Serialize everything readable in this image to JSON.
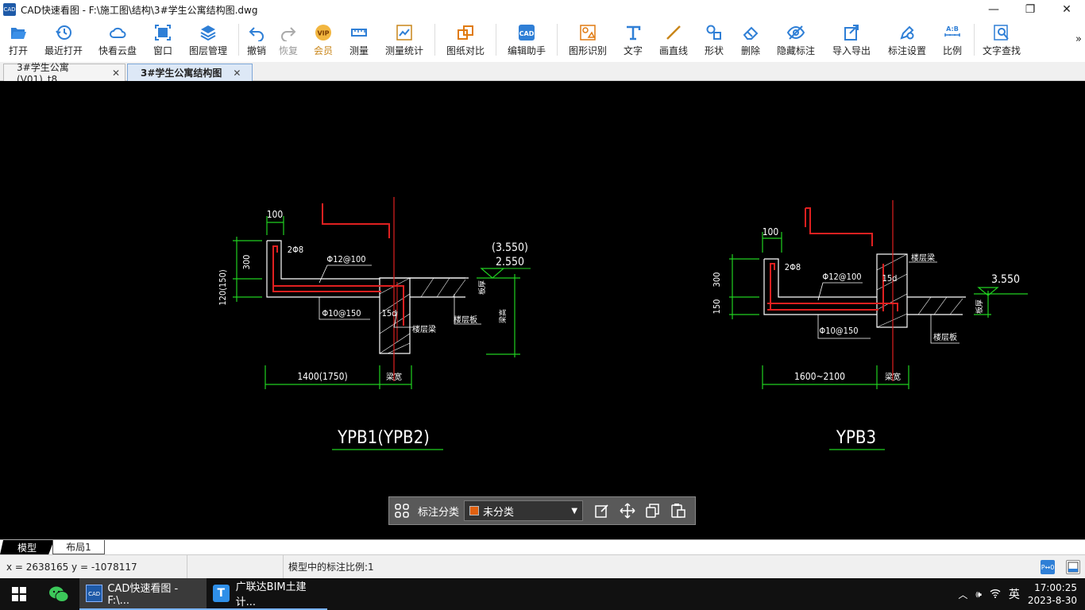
{
  "window": {
    "app_icon_text": "CAD",
    "title": "CAD快速看图 - F:\\施工图\\结构\\3#学生公寓结构图.dwg",
    "minimize": "—",
    "restore": "❐",
    "close": "✕"
  },
  "toolbar": {
    "open": "打开",
    "recent": "最近打开",
    "cloud": "快看云盘",
    "window": "窗口",
    "layers": "图层管理",
    "undo": "撤销",
    "redo": "恢复",
    "vip": "会员",
    "measure": "测量",
    "measure_stats": "测量统计",
    "compare": "图纸对比",
    "edit_assistant": "编辑助手",
    "shape_recognition": "图形识别",
    "text": "文字",
    "draw_line": "画直线",
    "shape": "形状",
    "delete": "删除",
    "hide_annotation": "隐藏标注",
    "import_export": "导入导出",
    "annotation_settings": "标注设置",
    "scale": "比例",
    "text_search": "文字查找",
    "more": "»"
  },
  "tabs": [
    {
      "label": "3#学生公寓(V01)_t8",
      "close": "✕"
    },
    {
      "label": "3#学生公寓结构图",
      "close": "✕"
    }
  ],
  "drawing": {
    "left": {
      "title": "YPB1(YPB2)",
      "dim_100": "100",
      "dim_300": "300",
      "dim_120": "120(150)",
      "rebar_2d8": "2Φ8",
      "rebar_top": "Φ12@100",
      "rebar_bottom": "Φ10@150",
      "elev_paren": "(3.550)",
      "elev": "2.550",
      "anchor": "15d",
      "beam_label": "楼层梁",
      "slab_label": "楼层板",
      "slab_thk": "板厚",
      "beam_height": "梁高",
      "span": "1400(1750)",
      "beam_width": "梁宽"
    },
    "right": {
      "title": "YPB3",
      "dim_100": "100",
      "dim_300": "300",
      "dim_150": "150",
      "rebar_2d8": "2Φ8",
      "rebar_top": "Φ12@100",
      "rebar_bottom": "Φ10@150",
      "elev": "3.550",
      "anchor": "15d",
      "beam_label": "楼层梁",
      "slab_label": "楼层板",
      "slab_thk": "板厚",
      "span": "1600~2100",
      "beam_width": "梁宽"
    }
  },
  "annotation_bar": {
    "label": "标注分类",
    "selected": "未分类",
    "swatch_color": "#e06010"
  },
  "layout_tabs": {
    "model": "模型",
    "layout1": "布局1"
  },
  "status": {
    "coords": "x = 2638165  y = -1078117",
    "scale_text": "模型中的标注比例:1"
  },
  "taskbar": {
    "app1": "CAD快速看图 - F:\\...",
    "app2": "广联达BIM土建计...",
    "ime": "英",
    "time": "17:00:25",
    "date": "2023-8-30"
  }
}
